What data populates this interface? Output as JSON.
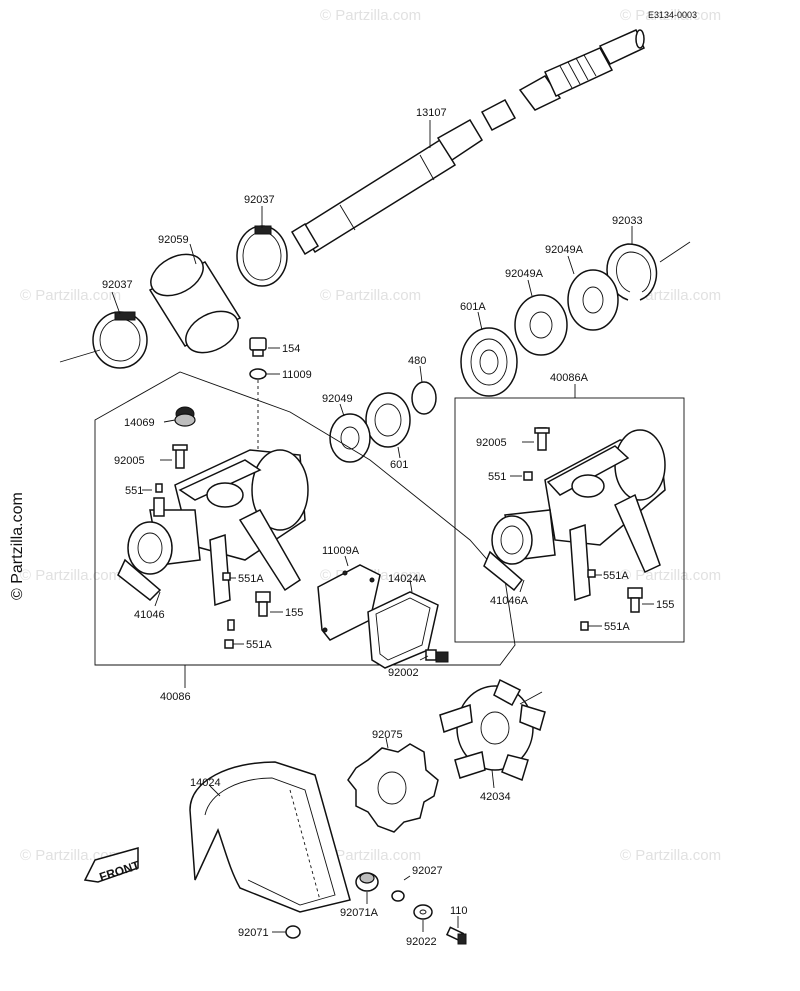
{
  "diagram": {
    "drawing_code": "E3134-0003",
    "copyright": "© Partzilla.com",
    "watermark": "© Partzilla.com",
    "front_label": "FRONT",
    "labels": {
      "p13107": "13107",
      "p92037_top": "92037",
      "p92059": "92059",
      "p92037_left": "92037",
      "p92033": "92033",
      "p92049A_a": "92049A",
      "p92049A_b": "92049A",
      "p601A": "601A",
      "p154": "154",
      "p11009": "11009",
      "p480": "480",
      "p92049": "92049",
      "p601": "601",
      "p40086A": "40086A",
      "p14069": "14069",
      "p92005_left": "92005",
      "p551_left": "551",
      "p551A_mid": "551A",
      "p41046": "41046",
      "p155_left": "155",
      "p551A_low": "551A",
      "p40086": "40086",
      "p11009A": "11009A",
      "p14024A": "14024A",
      "p92002": "92002",
      "p92005_right": "92005",
      "p551_right": "551",
      "p551A_r1": "551A",
      "p41046A": "41046A",
      "p155_right": "155",
      "p551A_r2": "551A",
      "p92075": "92075",
      "p42034": "42034",
      "p14024": "14024",
      "p92027": "92027",
      "p92071A": "92071A",
      "p110": "110",
      "p92071": "92071",
      "p92022": "92022"
    }
  }
}
